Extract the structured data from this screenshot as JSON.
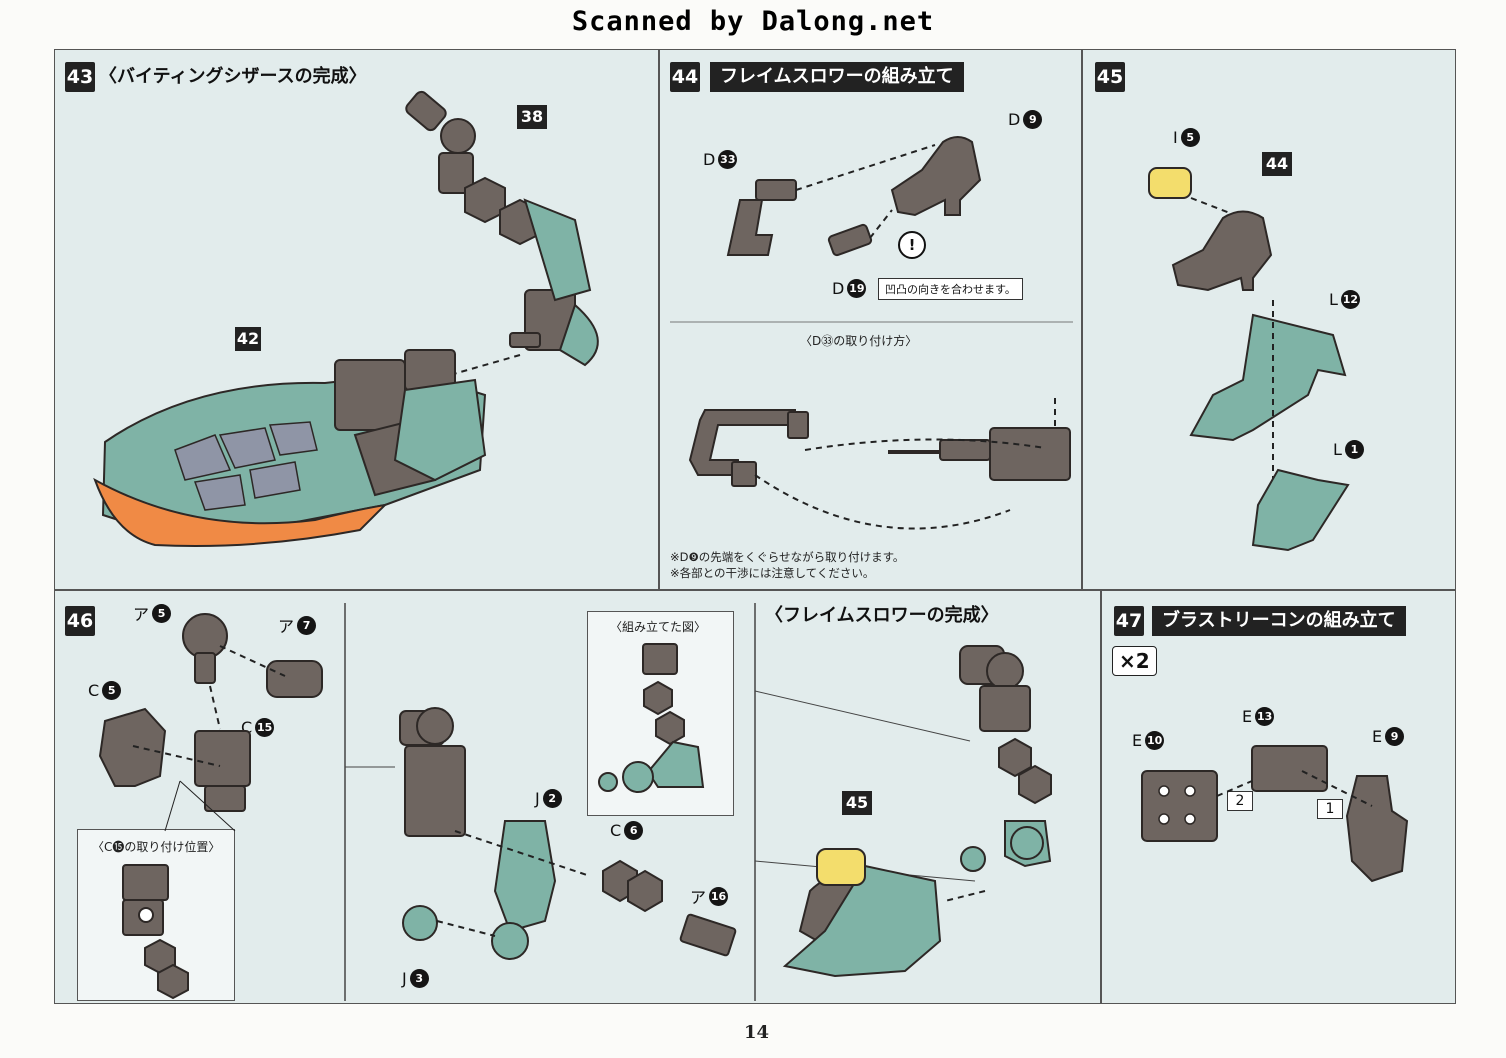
{
  "watermark": "Scanned by Dalong.net",
  "page_number": "14",
  "steps": {
    "s43": {
      "num": "43",
      "title": "〈バイティングシザースの完成〉",
      "parts": {
        "a": "38",
        "b": "42"
      }
    },
    "s44": {
      "num": "44",
      "title": "フレイムスロワーの組み立て",
      "labels": {
        "d33_letter": "D",
        "d33_num": "33",
        "d9_letter": "D",
        "d9_num": "9",
        "d19_letter": "D",
        "d19_num": "19"
      },
      "warn": "!",
      "warn_text": "凹凸の向きを合わせます。",
      "sub_title": "〈D㉝の取り付け方〉",
      "notes": [
        "※D❾の先端をくぐらせながら取り付けます。",
        "※各部との干渉には注意してください。"
      ]
    },
    "s45": {
      "num": "45",
      "labels": {
        "i5_letter": "I",
        "i5_num": "5",
        "ref": "44",
        "l12_letter": "L",
        "l12_num": "12",
        "l1_letter": "L",
        "l1_num": "1"
      }
    },
    "s46": {
      "num": "46",
      "labels": {
        "a5_letter": "ア",
        "a5_num": "5",
        "a7_letter": "ア",
        "a7_num": "7",
        "c5_letter": "C",
        "c5_num": "5",
        "c15_letter": "C",
        "c15_num": "15",
        "j2_letter": "J",
        "j2_num": "2",
        "c6_letter": "C",
        "c6_num": "6",
        "a16_letter": "ア",
        "a16_num": "16",
        "j3_letter": "J",
        "j3_num": "3"
      },
      "inset_c15": "〈C⓯の取り付け位置〉",
      "inset_assembled": "〈組み立てた図〉",
      "complete_title": "〈フレイムスロワーの完成〉",
      "ref": "45"
    },
    "s47": {
      "num": "47",
      "title": "ブラストリーコンの組み立て",
      "multiplier": "×2",
      "labels": {
        "e10_letter": "E",
        "e10_num": "10",
        "e13_letter": "E",
        "e13_num": "13",
        "e9_letter": "E",
        "e9_num": "9",
        "step1": "1",
        "step2": "2"
      }
    }
  },
  "colors": {
    "panel_bg": "#e2ecec",
    "part_brown": "#6e6560",
    "part_teal": "#7fb3a6",
    "part_orange": "#f08a45",
    "part_yellow": "#f3dd6c",
    "part_grey": "#8f95a6"
  }
}
